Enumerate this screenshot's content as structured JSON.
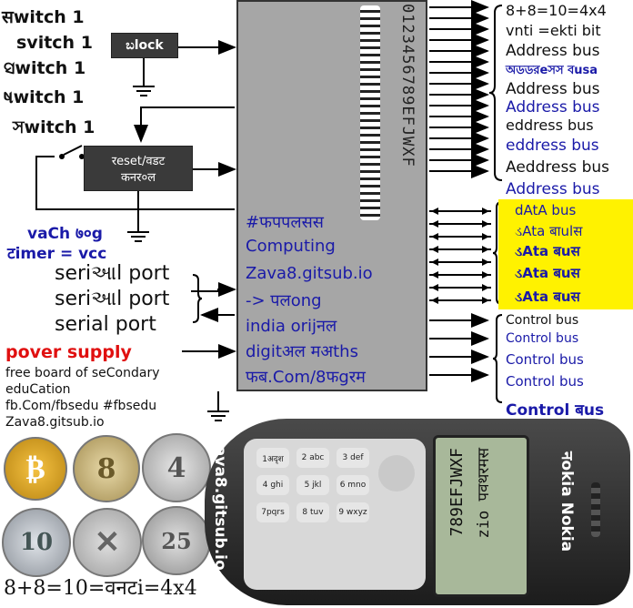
{
  "switch_labels": [
    "सwitch 1",
    "svitch 1",
    "ସwitch 1",
    "ષwitch 1",
    "সwitch 1"
  ],
  "clock_label": "ಬlock",
  "reset_label": [
    "रeset/वडट",
    "कनर०ल"
  ],
  "vcc_label": [
    "vaCh ७०g",
    "टimer = vcc"
  ],
  "serial_ports": [
    "seriઆl port",
    "seriઆl port",
    "serial port"
  ],
  "power_supply": "pover supply",
  "school_text": [
    "free board of seCondary",
    "eduCation",
    "fb.Com/fbsedu #fbsedu",
    "Zava8.gitsub.io"
  ],
  "bottom_equation": "8+8=10=वनटi=4x4",
  "chip_pins": "0123456789EFJWXF",
  "chip_text": [
    "#फपपलसस",
    "Computing",
    "Zava8.gitsub.io",
    "-> पलong",
    "india orijनल",
    "digitअल मअths",
    "फब.Com/8फgरम"
  ],
  "address_bus": [
    "8+8=10=4x4",
    "vnti =ekti bit",
    "Address bus",
    "অডডরeসস বusa",
    "Address bus",
    "Address bus",
    "eddress bus",
    "eddress bus",
    "Aeddress bus",
    "Address bus"
  ],
  "data_bus": [
    "dAtA bus",
    "ડAta बाulस",
    "ડAta बuस",
    "ડAta बuस",
    "ડAta बuस"
  ],
  "control_bus": [
    "Control bus",
    "Control bus",
    "Control bus",
    "Control bus",
    "Control बus"
  ],
  "coins": [
    "₿",
    "8",
    "4",
    "10",
    "✕",
    "25"
  ],
  "phone": {
    "brand_side": "zava8.gitsub.io",
    "screen": [
      "zio पवथरमस",
      "789EFJWXF"
    ],
    "brand_right": "नokia Nokia",
    "keys": [
      "1अदृश",
      "4 ghi",
      "7pqrs",
      "2 abc",
      "5 jkl",
      "8 tuv",
      "3 def",
      "6 mno",
      "9 wxyz"
    ]
  },
  "colors": {
    "blue": "#1a1aa8",
    "red": "#e01010",
    "chip": "#a6a6a6",
    "yellow": "#fff200"
  }
}
